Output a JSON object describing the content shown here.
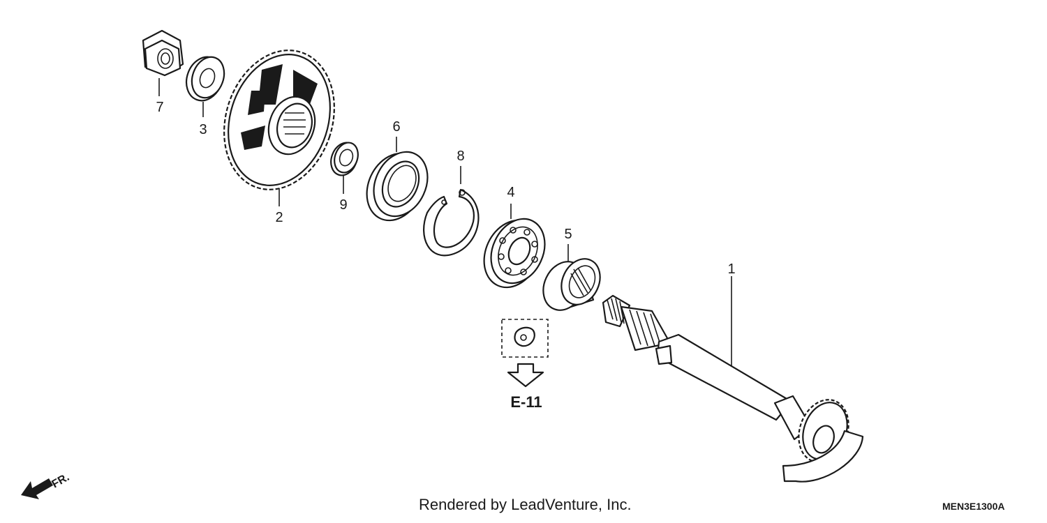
{
  "callouts": {
    "c1": "1",
    "c2": "2",
    "c3": "3",
    "c4": "4",
    "c5": "5",
    "c6": "6",
    "c7": "7",
    "c8": "8",
    "c9": "9"
  },
  "reference": {
    "label": "E-11"
  },
  "direction": {
    "label": "FR."
  },
  "footer": {
    "credit": "Rendered by LeadVenture, Inc.",
    "diagram_code": "MEN3E1300A"
  },
  "colors": {
    "line": "#1a1a1a",
    "background": "#ffffff"
  }
}
